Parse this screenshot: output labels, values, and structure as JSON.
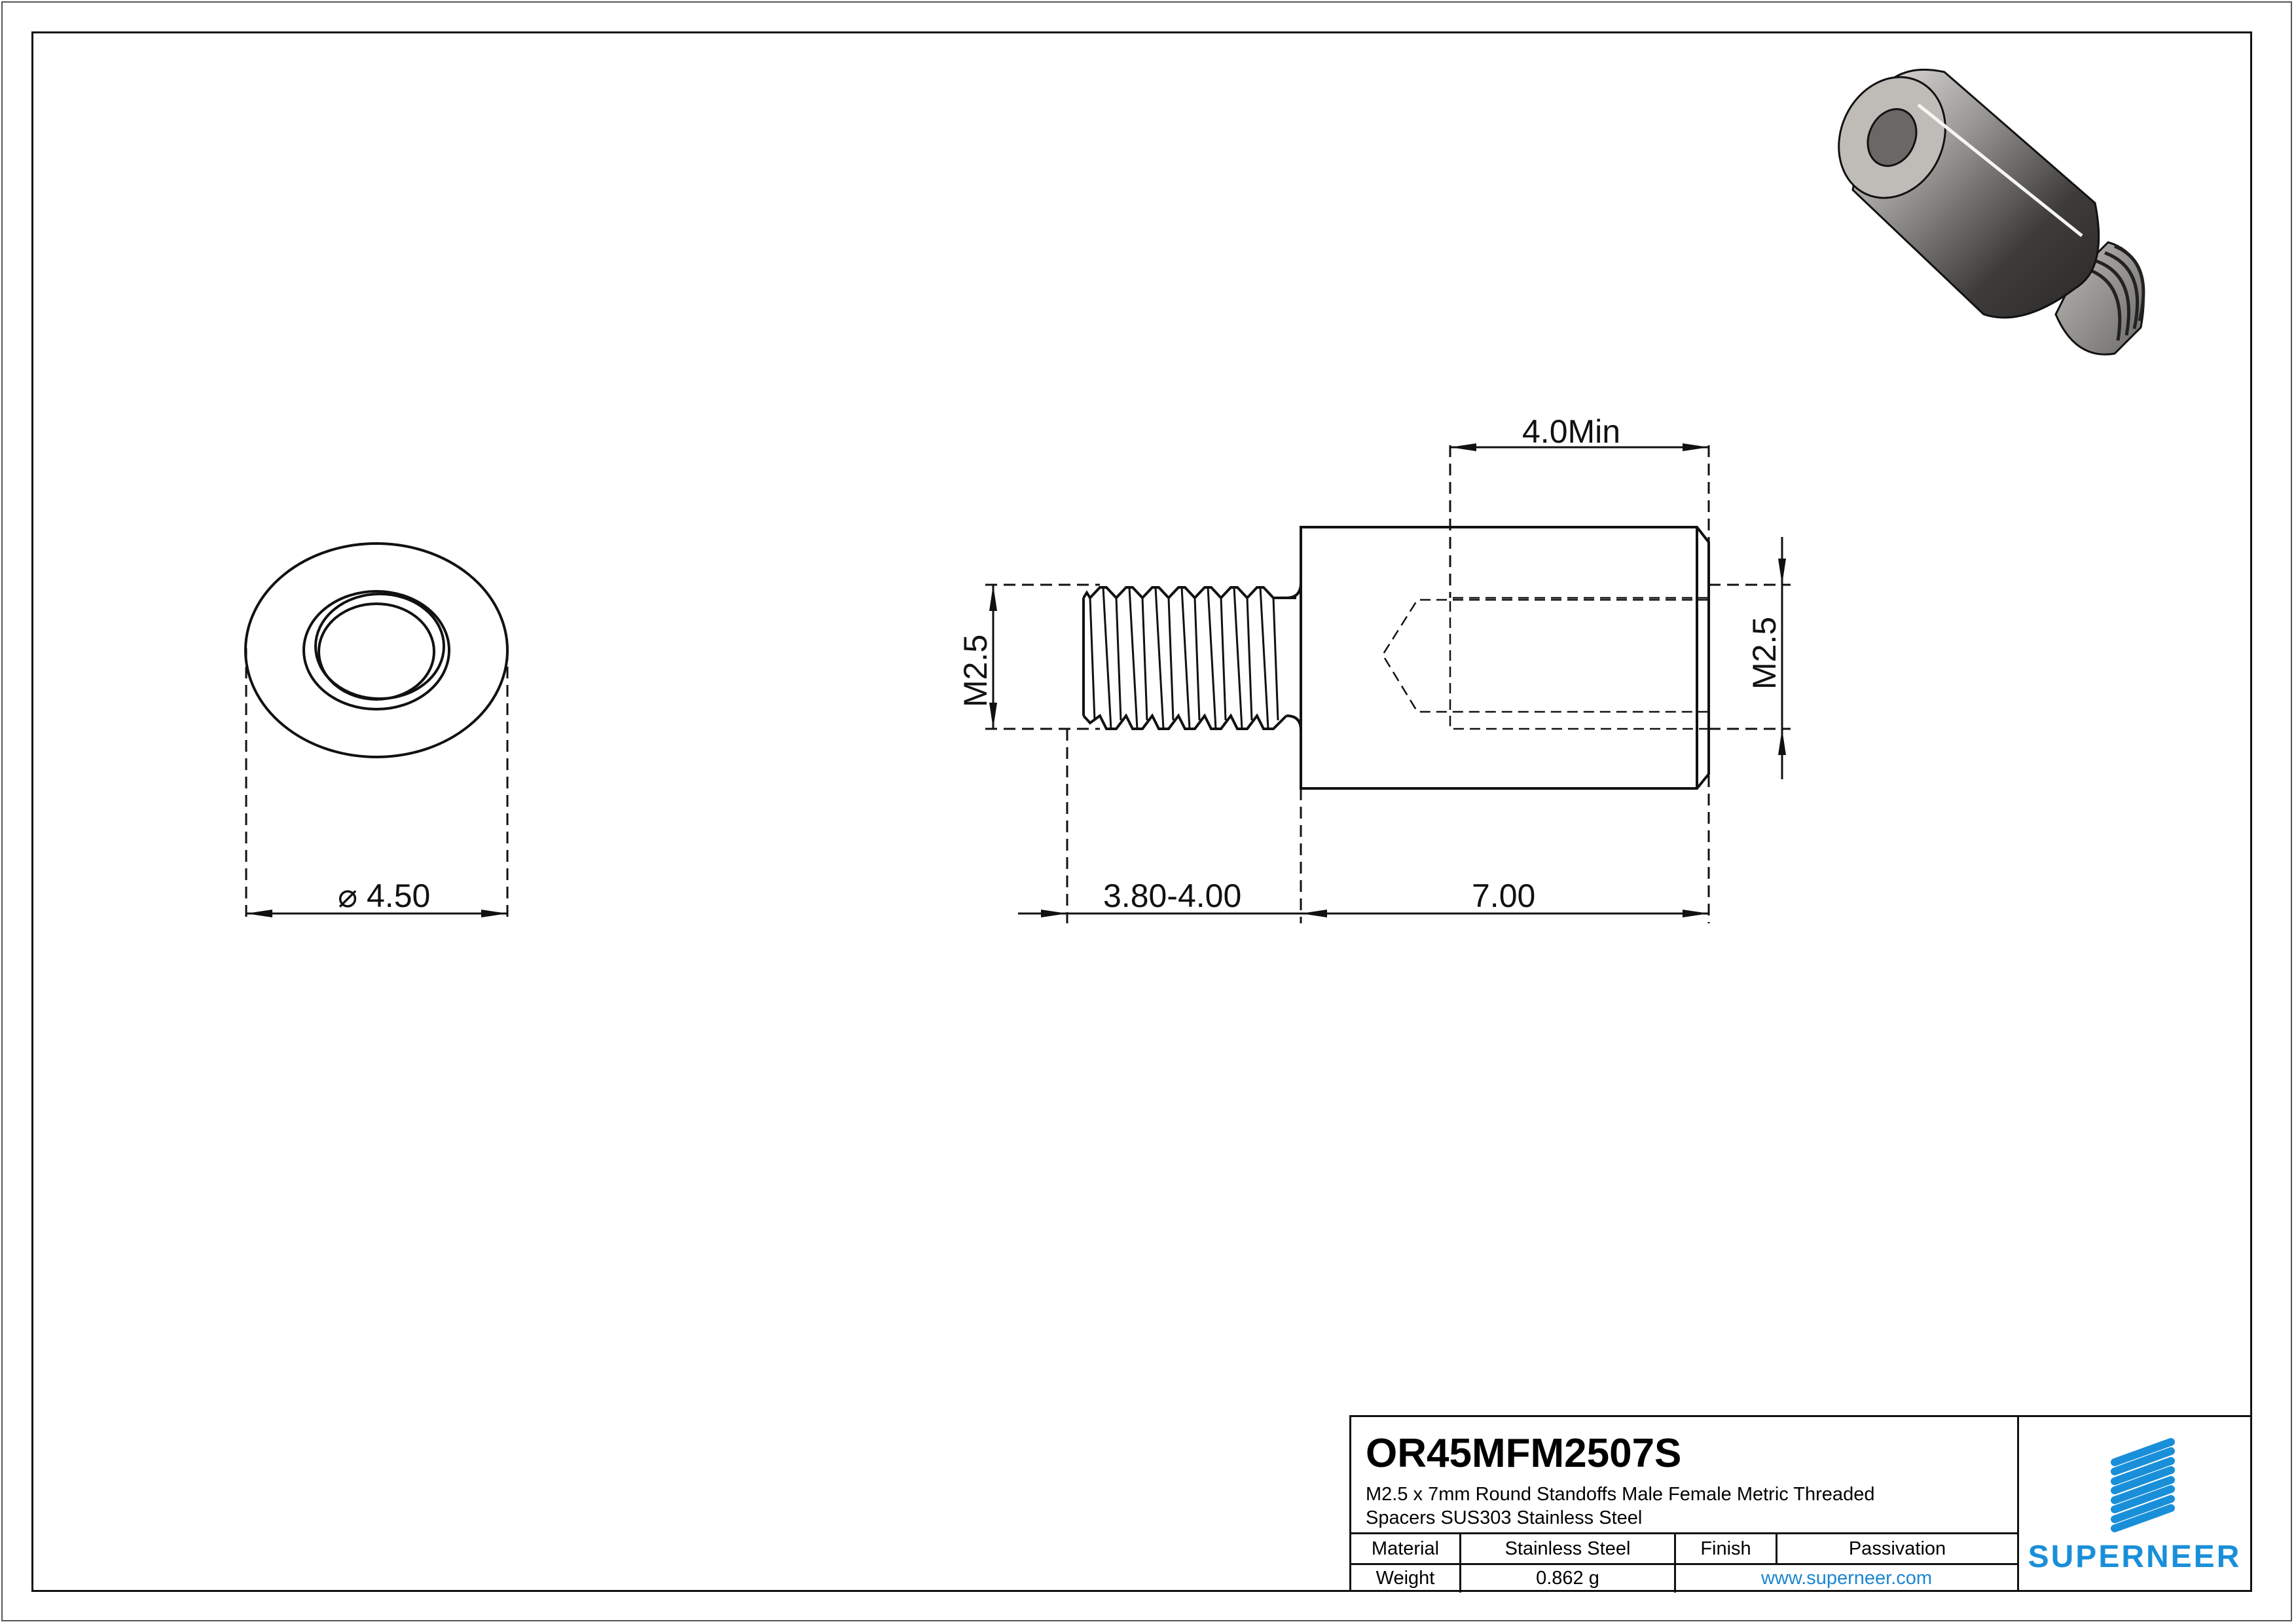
{
  "drawing": {
    "front_view": {
      "diameter_label": "4.50",
      "diameter_symbol": "⌀"
    },
    "side_view": {
      "female_depth_label": "4.0Min",
      "male_thread_label": "M2.5",
      "female_thread_label": "M2.5",
      "male_length_label": "3.80-4.00",
      "body_length_label": "7.00"
    }
  },
  "title_block": {
    "part_number": "OR45MFM2507S",
    "description_line1": "M2.5 x 7mm Round Standoffs Male Female Metric Threaded",
    "description_line2": "Spacers SUS303 Stainless Steel",
    "material_label": "Material",
    "material_value": "Stainless Steel",
    "finish_label": "Finish",
    "finish_value": "Passivation",
    "weight_label": "Weight",
    "weight_value": "0.862 g",
    "website": "www.superneer.com"
  },
  "logo": {
    "brand": "SUPERNEER",
    "color": "#1a8fd9"
  },
  "colors": {
    "line": "#111111",
    "link": "#1a86d0",
    "brand": "#1a8fd9"
  }
}
